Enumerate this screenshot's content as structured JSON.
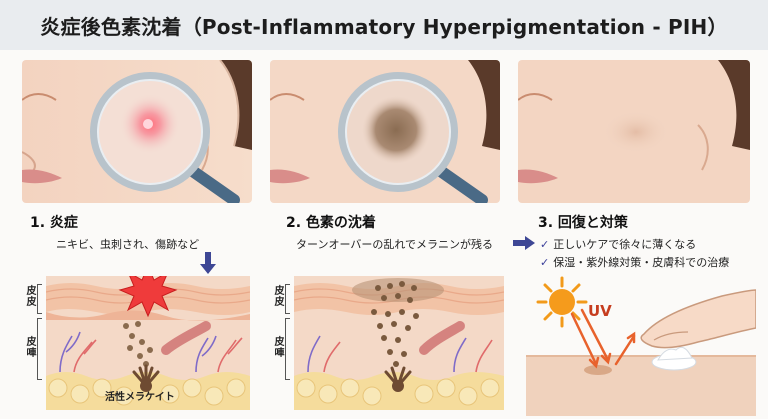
{
  "title": "炎症後色素沈着（Post-Inflammatory Hyperpigmentation - PIH）",
  "steps": [
    {
      "title": "1. 炎症",
      "line": "ニキビ、虫刺され、傷跡など"
    },
    {
      "title": "2. 色素の沈着",
      "line": "ターンオーバーの乱れでメラニンが残る"
    },
    {
      "title": "3. 回復と対策",
      "items": [
        "正しいケアで徐々に薄くなる",
        "保湿・紫外線対策・皮膚科での治療"
      ]
    }
  ],
  "layers": {
    "epidermis": "皮皮",
    "dermis": "皮唓"
  },
  "labels": {
    "melanocyte": "活性メラケイト",
    "uv": "UV"
  },
  "icons": {
    "check": "check-icon",
    "arrow_down": "arrow-down-icon",
    "arrow_right": "arrow-right-icon",
    "magnifier": "magnifier-icon",
    "sun": "sun-icon"
  }
}
